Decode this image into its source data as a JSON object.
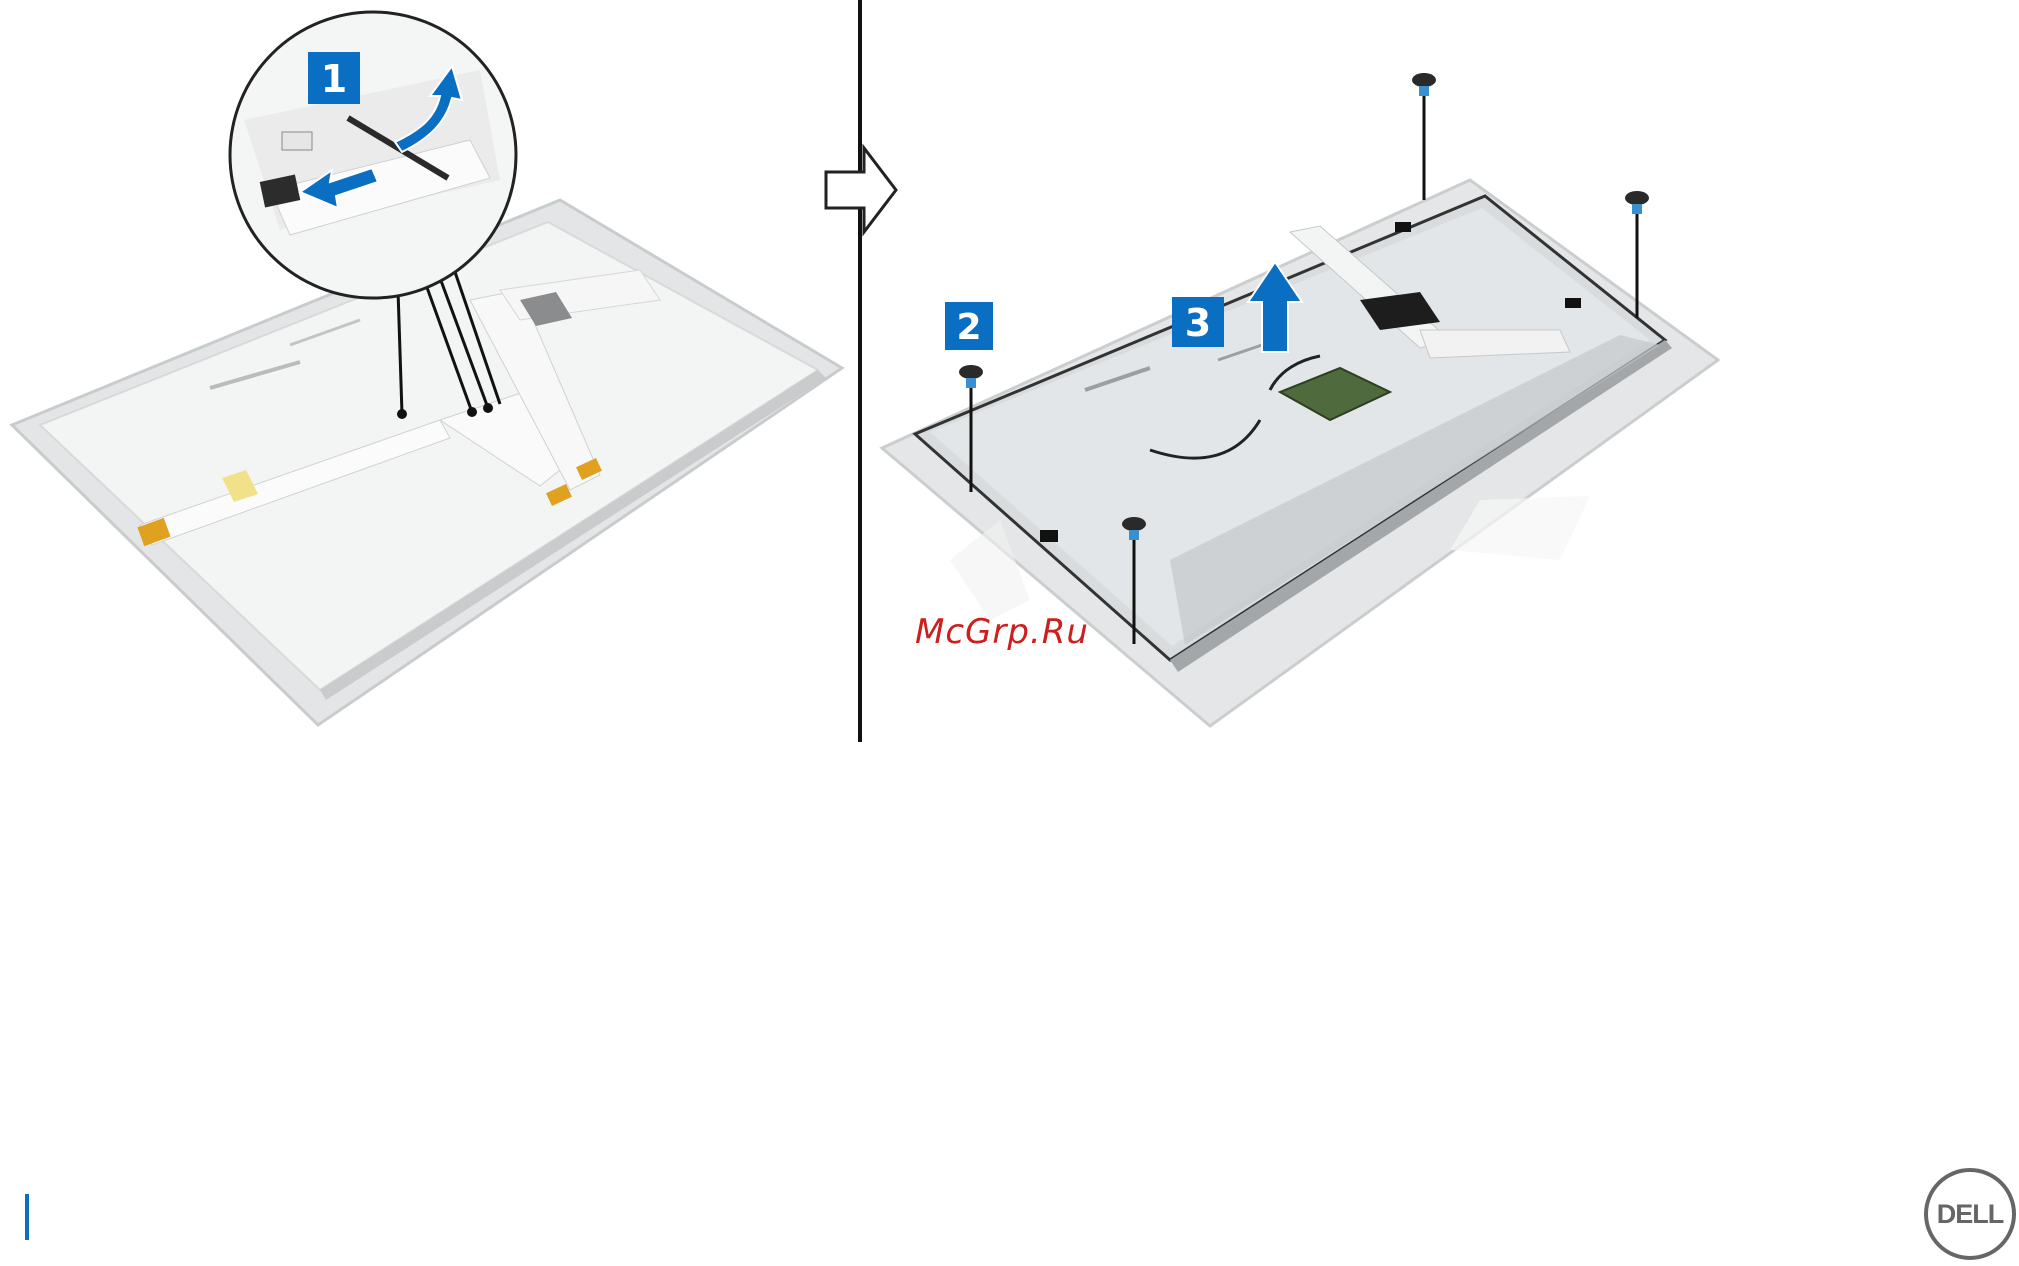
{
  "figure": {
    "step_1": "1",
    "step_2": "2",
    "step_3": "3"
  },
  "watermark": "McGrp.Ru",
  "brand": "DELL",
  "colors": {
    "accent": "#0a6fc2",
    "watermark": "#cc1f1f"
  }
}
